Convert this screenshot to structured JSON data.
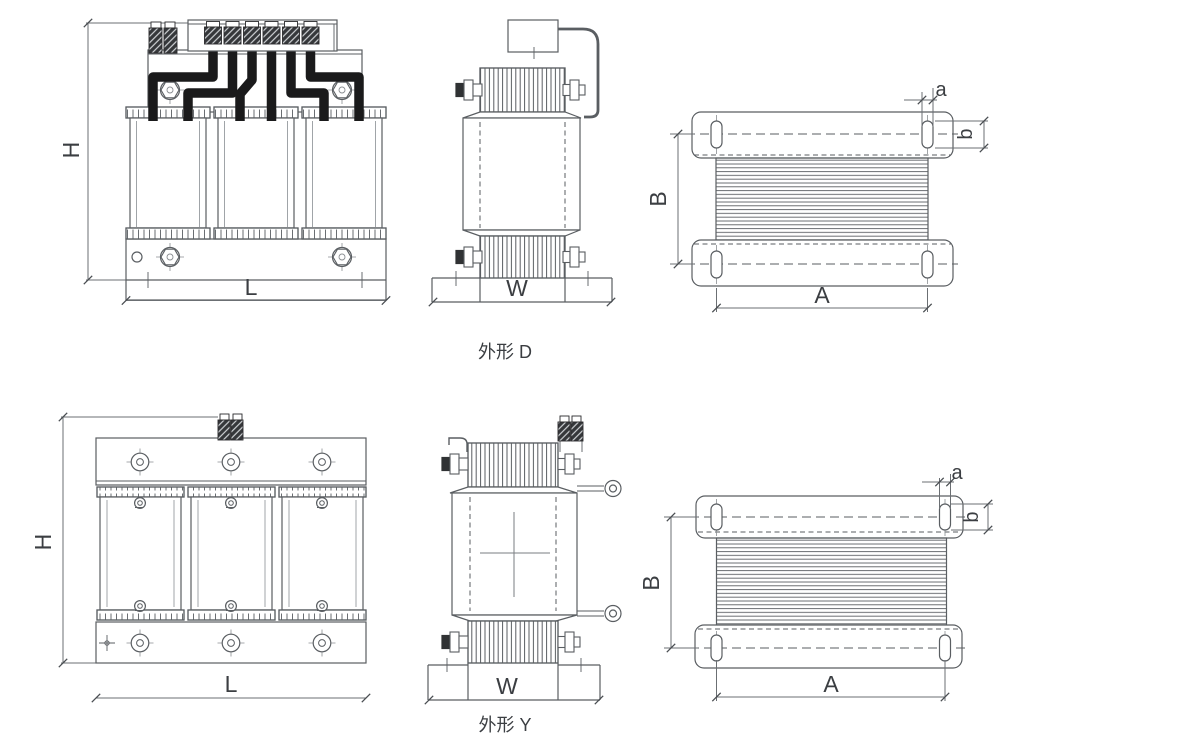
{
  "drawing": {
    "colors": {
      "line": "#5a5e62",
      "dim_line": "#6b6f73",
      "cable": "#1a1a1b",
      "text": "#3b3e42",
      "background": "#ffffff"
    },
    "rows": {
      "d": {
        "caption": "外形 D",
        "dims": {
          "height": "H",
          "length": "L",
          "width": "W",
          "top_length": "A",
          "top_width": "B",
          "slot_width": "a",
          "slot_height": "b"
        }
      },
      "y": {
        "caption": "外形 Y",
        "dims": {
          "height": "H",
          "length": "L",
          "width": "W",
          "top_length": "A",
          "top_width": "B",
          "slot_width": "a",
          "slot_height": "b"
        }
      }
    }
  }
}
